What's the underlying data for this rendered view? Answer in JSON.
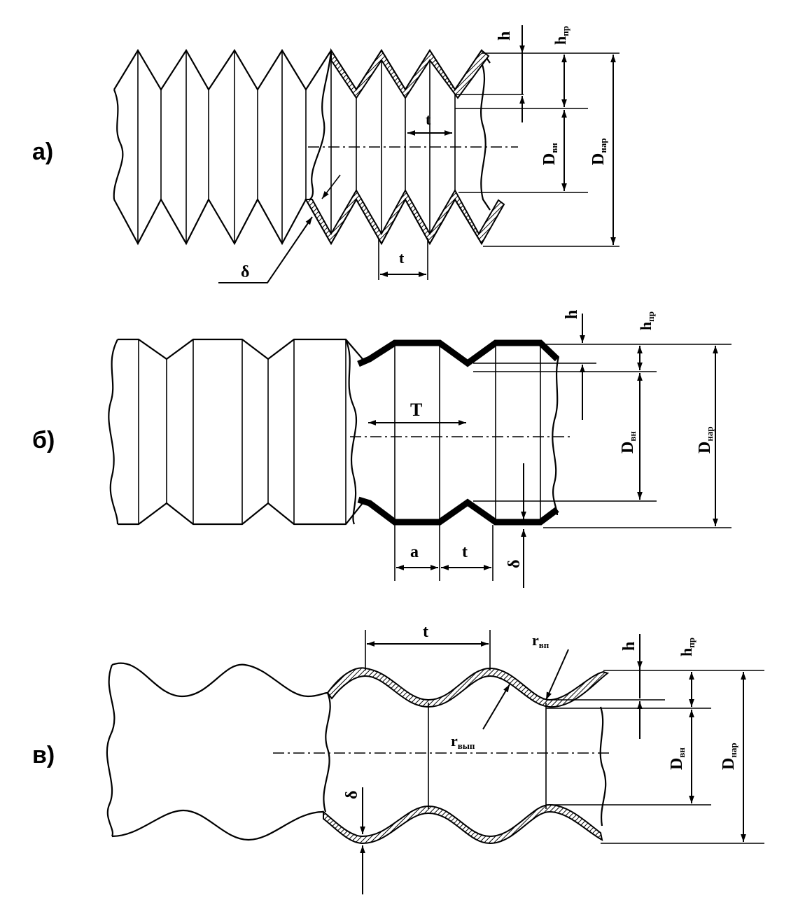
{
  "figure": {
    "parts": [
      {
        "id": "a",
        "label": "а)"
      },
      {
        "id": "b",
        "label": "б)"
      },
      {
        "id": "v",
        "label": "в)"
      }
    ],
    "symbols": {
      "h": "h",
      "hpr_main": "h",
      "hpr_sub": "пр",
      "din_main": "D",
      "din_sub": "вн",
      "dnar_main": "D",
      "dnar_sub": "нар",
      "t": "t",
      "T": "T",
      "a": "a",
      "delta": "δ",
      "rvp_main": "r",
      "rvp_sub": "вп",
      "rvyp_main": "r",
      "rvyp_sub": "вып"
    }
  }
}
